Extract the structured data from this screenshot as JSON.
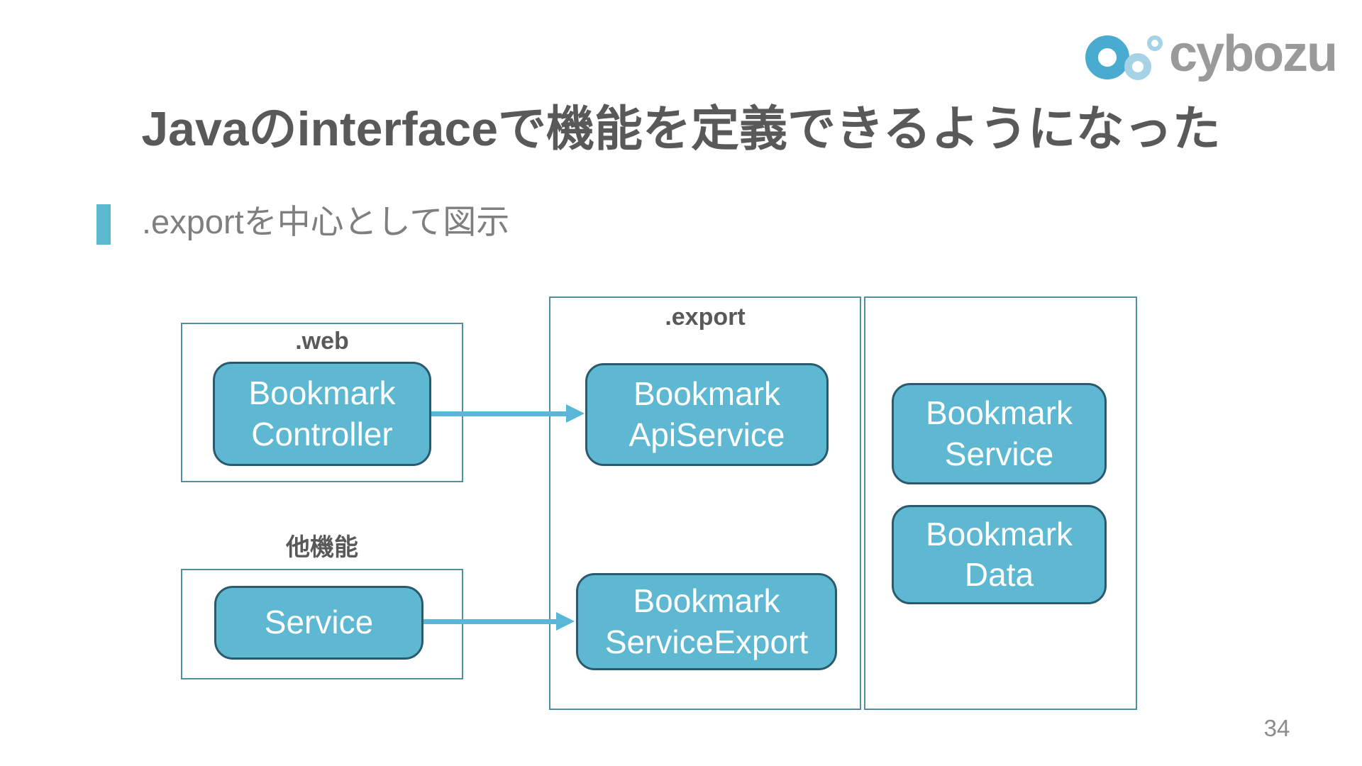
{
  "colors": {
    "background": "#FFFFFF",
    "title": "#595959",
    "bullet-marker": "#5BB8CE",
    "bullet-text": "#7F7F7F",
    "label": "#595959",
    "group-border": "#4E8FA6",
    "node-fill": "#5FB8D2",
    "node-border": "#2A5A6E",
    "node-text": "#FFFFFF",
    "arrow": "#59B7D8",
    "logo-circle": "#49ABCF",
    "logo-circle-light": "#A5D2E5",
    "logo-text": "#9A9A9A",
    "page-number": "#8C8C8C"
  },
  "logo": {
    "text": "cybozu"
  },
  "title": {
    "text": "Javaのinterfaceで機能を定義できるようになった"
  },
  "bullet": {
    "text": ".exportを中心として図示"
  },
  "diagram": {
    "groups": [
      {
        "id": "web",
        "label": ".web"
      },
      {
        "id": "other-functions",
        "label": "他機能"
      },
      {
        "id": "export",
        "label": ".export"
      },
      {
        "id": "right",
        "label": ""
      }
    ],
    "nodes": [
      {
        "id": "bookmark-controller",
        "group": "web",
        "label": "Bookmark\nController"
      },
      {
        "id": "service",
        "group": "other-functions",
        "label": "Service"
      },
      {
        "id": "bookmark-apiservice",
        "group": "export",
        "label": "Bookmark\nApiService"
      },
      {
        "id": "bookmark-serviceexport",
        "group": "export",
        "label": "Bookmark\nServiceExport"
      },
      {
        "id": "bookmark-service",
        "group": "right",
        "label": "Bookmark\nService"
      },
      {
        "id": "bookmark-data",
        "group": "right",
        "label": "Bookmark\nData"
      }
    ],
    "arrows": [
      {
        "from": "bookmark-controller",
        "to": "bookmark-apiservice"
      },
      {
        "from": "service",
        "to": "bookmark-serviceexport"
      }
    ]
  },
  "page": {
    "number": "34"
  }
}
